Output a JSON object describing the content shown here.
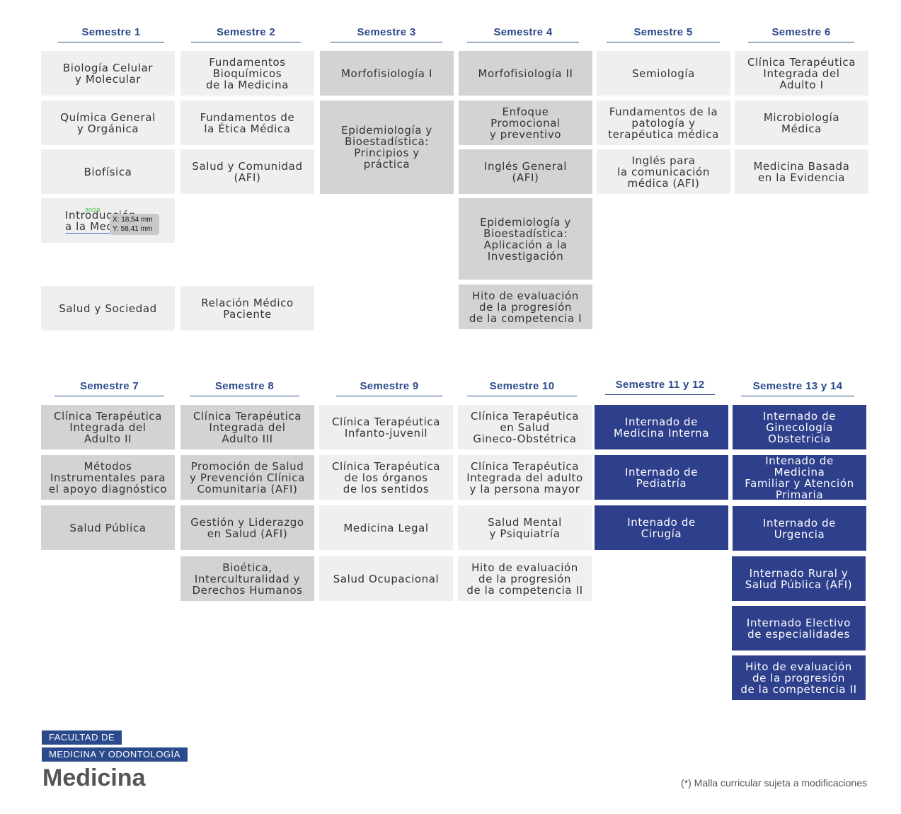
{
  "semesters": [
    "Semestre 1",
    "Semestre 2",
    "Semestre 3",
    "Semestre 4",
    "Semestre 5",
    "Semestre 6",
    "Semestre 7",
    "Semestre 8",
    "Semestre 9",
    "Semestre 10",
    "Semestre 11 y 12",
    "Semestre 13 y 14"
  ],
  "courses": [
    "Biología Celular\ny Molecular",
    "Química General\ny Orgánica",
    "Biofísica",
    "Introducción\na la Medicina",
    "Salud y Sociedad",
    "Fundamentos\nBioquímicos\nde la Medicina",
    "Fundamentos de\nla Ética Médica",
    "Salud y Comunidad\n(AFI)",
    "Relación Médico\nPaciente",
    "Morfofisiología I",
    "Epidemiología y\nBioestadística:\nPrincipios y\npráctica",
    "Morfofisiología II",
    "Enfoque\nPromocional\ny preventivo",
    "Inglés General\n(AFI)",
    "Epidemiología y\nBioestadística:\nAplicación a la\nInvestigación",
    "Hito de evaluación\nde la progresión\nde la competencia I",
    "Semiología",
    "Fundamentos de la\npatología y\nterapéutica médica",
    "Inglés para\nla comunicación\nmédica (AFI)",
    "Clínica Terapéutica\nIntegrada del\nAdulto I",
    "Microbiología\nMédica",
    "Medicina Basada\nen la Evidencia",
    "Clínica Terapéutica\nIntegrada del\nAdulto II",
    "Métodos\nInstrumentales para\nel apoyo diagnóstico",
    "Salud Pública",
    "Clínica Terapéutica\nIntegrada del\nAdulto III",
    "Promoción de Salud\ny Prevención Clínica\nComunitaria (AFI)",
    "Gestión y Liderazgo\nen Salud (AFI)",
    "Bioética,\nInterculturalidad y\nDerechos Humanos",
    "Clínica Terapéutica\nInfanto-juvenil",
    "Clínica Terapéutica\nde los órganos\nde los sentidos",
    "Medicina Legal",
    "Salud Ocupacional",
    "Clínica Terapéutica\nen Salud\nGineco-Obstétrica",
    "Clínica Terapéutica\nIntegrada del adulto\ny la persona mayor",
    "Salud Mental\ny Psiquiatría",
    "Hito de evaluación\nde la progresión\nde la competencia II",
    "Internado de\nMedicina Interna",
    "Internado de\nPediatría",
    "Intenado de\nCirugía",
    "Internado de\nGinecología\nObstetricia",
    "Intenado de Medicina\nFamiliar y Atención\nPrimaria",
    "Internado de\nUrgencia",
    "Internado Rural y\nSalud Pública (AFI)",
    "Internado Electivo\nde especialidades",
    "Hito de evaluación\nde la progresión\nde la competencia II"
  ],
  "faculty_line1": "FACULTAD DE",
  "faculty_line2": "MEDICINA Y ODONTOLOGÍA",
  "program": "Medicina",
  "footnote": "(*) Malla curricular sujeta a modificaciones",
  "measure_tooltip": {
    "x": "X: 18,54 mm",
    "y": "Y: 58,41 mm",
    "anchor": "ancla"
  },
  "colors": {
    "accent": "#2b4a8c",
    "internship": "#2e3f8c",
    "light_box": "#efefef",
    "dark_box": "#d3d3d3"
  }
}
